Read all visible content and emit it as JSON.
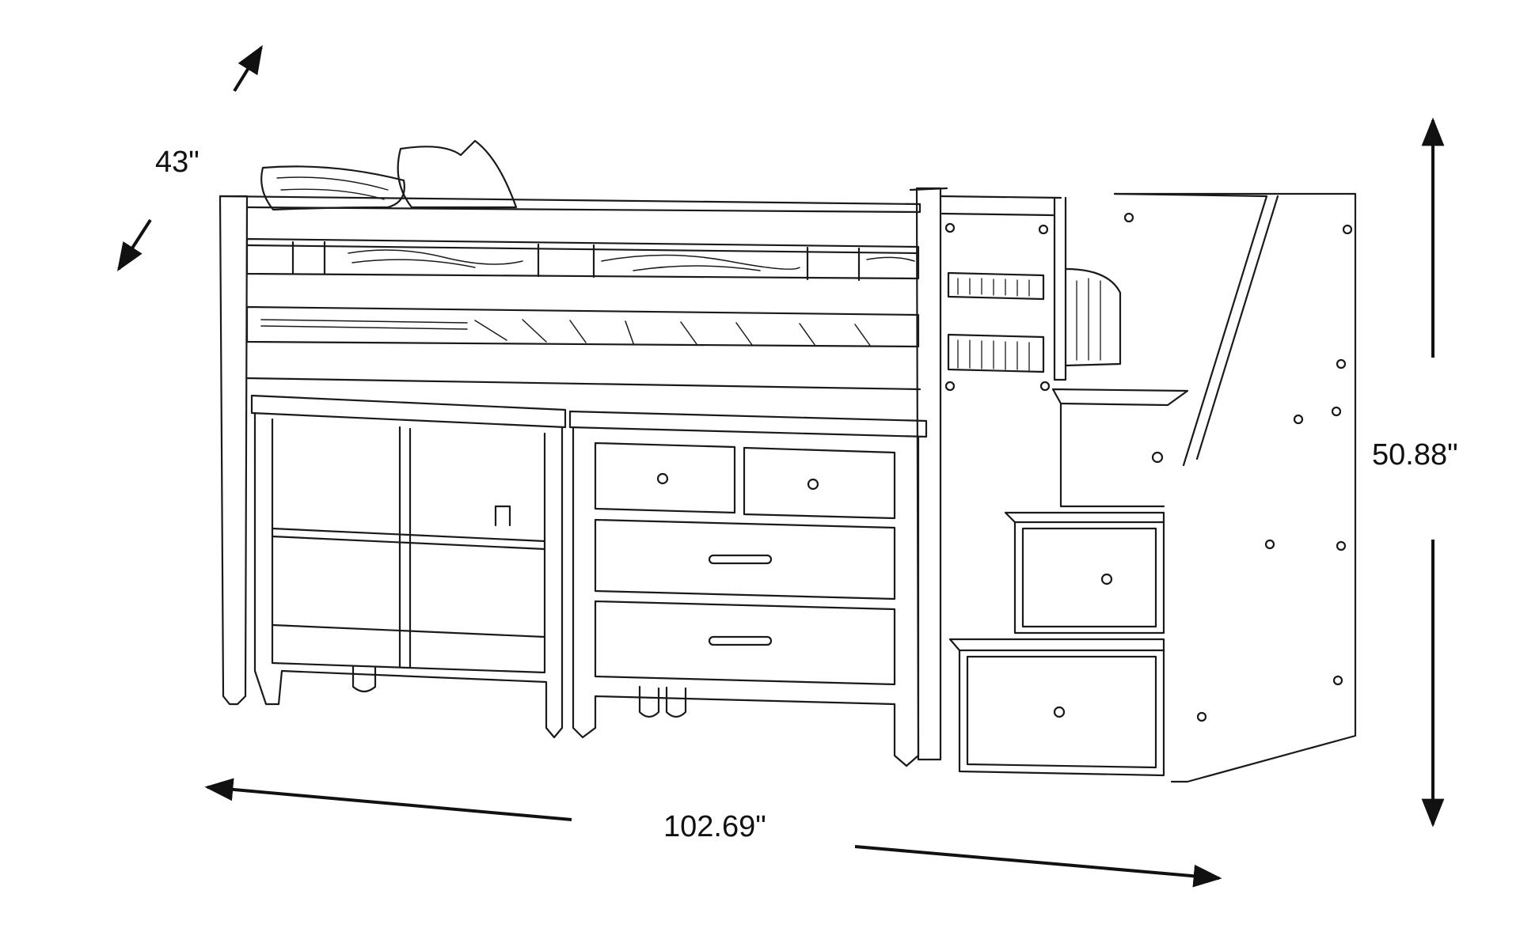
{
  "dimensions": {
    "depth": "43\"",
    "width": "102.69\"",
    "height": "50.88\""
  },
  "colors": {
    "line": "#1a1a1a",
    "background": "#ffffff"
  }
}
